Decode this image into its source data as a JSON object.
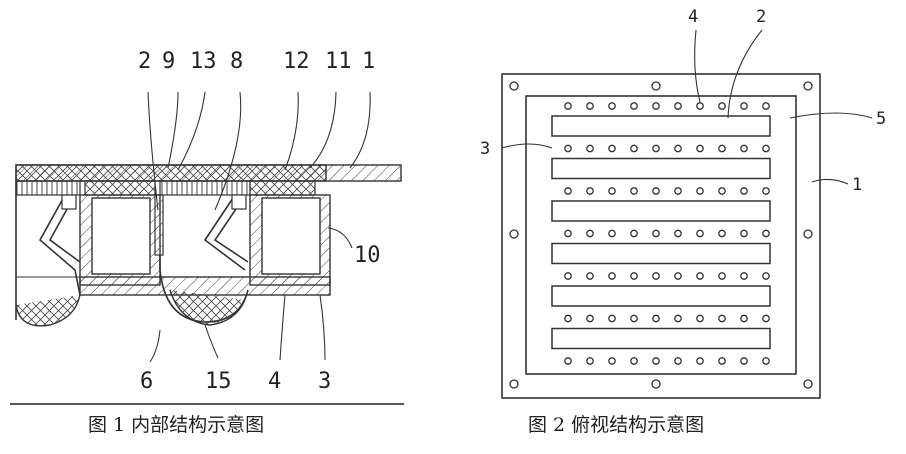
{
  "figure1": {
    "caption": "图 1 内部结构示意图",
    "labels": [
      "2",
      "9",
      "13",
      "8",
      "12",
      "11",
      "1",
      "10",
      "6",
      "15",
      "4",
      "3"
    ]
  },
  "figure2": {
    "caption": "图 2  俯视结构示意图",
    "labels": [
      "4",
      "2",
      "5",
      "3",
      "1"
    ],
    "slot_count": 6,
    "holes_per_row": 10
  }
}
